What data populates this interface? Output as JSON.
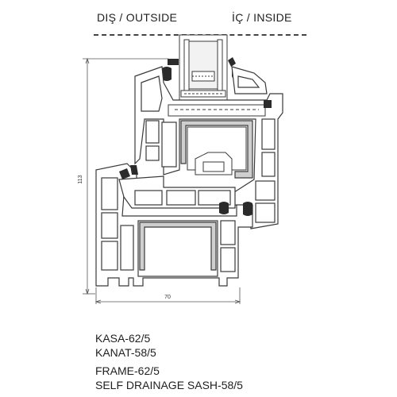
{
  "header": {
    "outside_label": "DIŞ / OUTSIDE",
    "inside_label": "İÇ / INSIDE"
  },
  "dimensions": {
    "height": "113",
    "width": "70"
  },
  "captions": {
    "kasa": "KASA-62/5",
    "kanat": "KANAT-58/5",
    "frame": "FRAME-62/5",
    "sash": "SELF DRAINAGE SASH-58/5"
  },
  "colors": {
    "profile_fill": "#ffffff",
    "profile_stroke": "#3a3a3a",
    "gasket": "#2b2b2b",
    "steel": "#8a8a8a",
    "glass": "#e6e6e6"
  }
}
